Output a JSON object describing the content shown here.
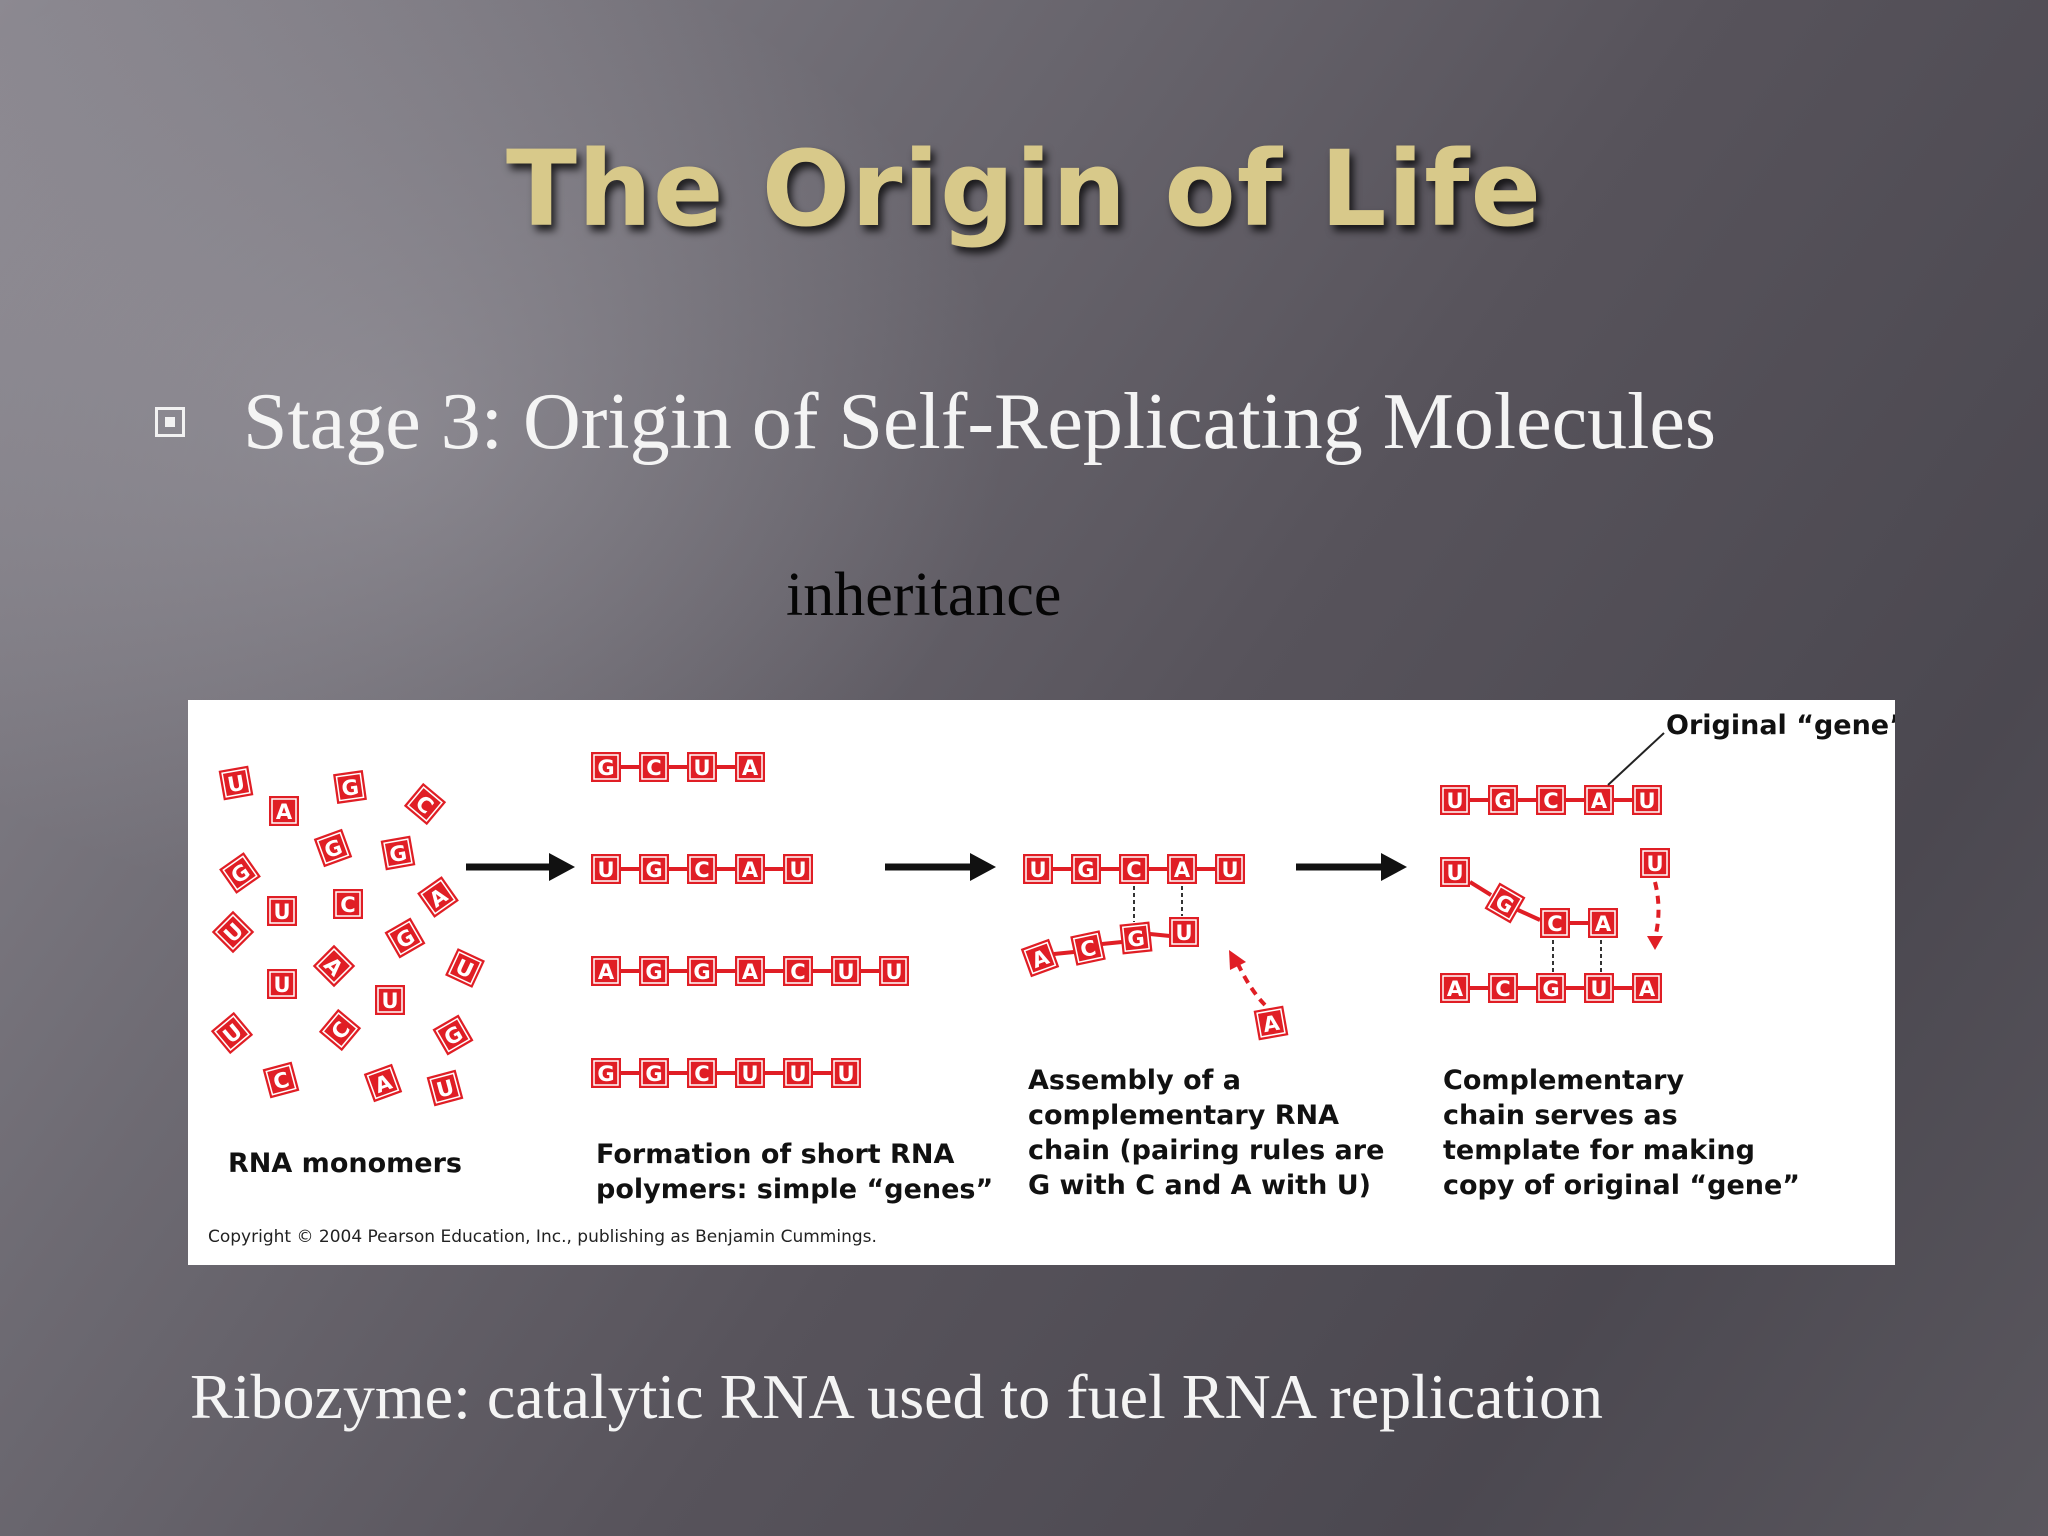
{
  "slide": {
    "title": "The Origin of Life",
    "bullet": "Stage 3: Origin of Self-Replicating Molecules",
    "subheading": "inheritance",
    "footer": "Ribozyme: catalytic RNA used to fuel RNA replication"
  },
  "figure": {
    "panels": [
      {
        "caption": [
          "RNA monomers"
        ]
      },
      {
        "caption": [
          "Formation of short RNA",
          "polymers: simple “genes”"
        ]
      },
      {
        "caption": [
          "Assembly of a",
          "complementary RNA",
          "chain (pairing rules are",
          "G with C and A with U)"
        ]
      },
      {
        "caption": [
          "Complementary",
          "chain serves as",
          "template for making",
          "copy of original “gene”"
        ]
      }
    ],
    "gene_label": "Original “gene”",
    "copyright": "Copyright © 2004 Pearson Education, Inc., publishing as Benjamin Cummings.",
    "monomers": [
      "U",
      "A",
      "G",
      "C",
      "G",
      "G",
      "G",
      "U",
      "C",
      "A",
      "U",
      "G",
      "U",
      "A",
      "U",
      "U",
      "U",
      "C",
      "G",
      "C",
      "A",
      "U"
    ],
    "polymers": [
      "GCUA",
      "UGCAU",
      "AGGACUU",
      "GGCUUU"
    ],
    "step3_top": "UGCAU",
    "step3_bottom": "ACGU",
    "step3_incoming": "A",
    "step4_top": "UGCAU",
    "step4_middle": [
      "U",
      "G",
      "C",
      "A"
    ],
    "step4_incoming": "U",
    "step4_bottom": "ACGUA",
    "colors": {
      "base_fill": "#e01e25",
      "base_text": "#ffffff",
      "accent_title": "#d8c98a"
    }
  }
}
